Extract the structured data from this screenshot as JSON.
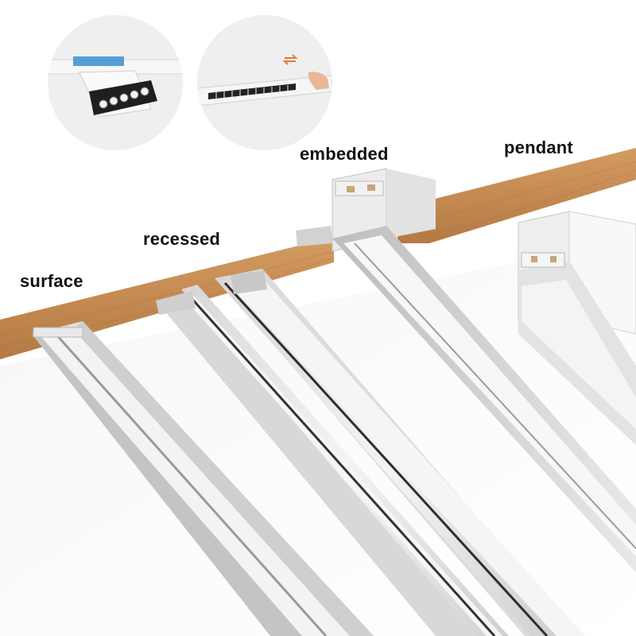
{
  "labels": {
    "surface": "surface",
    "recessed": "recessed",
    "embedded": "embedded",
    "pendant": "pendant"
  },
  "colors": {
    "wood": "#c9935c",
    "wood_dark": "#b07a45",
    "aluminium": "#e4e4e4",
    "background": "#ffffff",
    "label_text": "#111111"
  }
}
